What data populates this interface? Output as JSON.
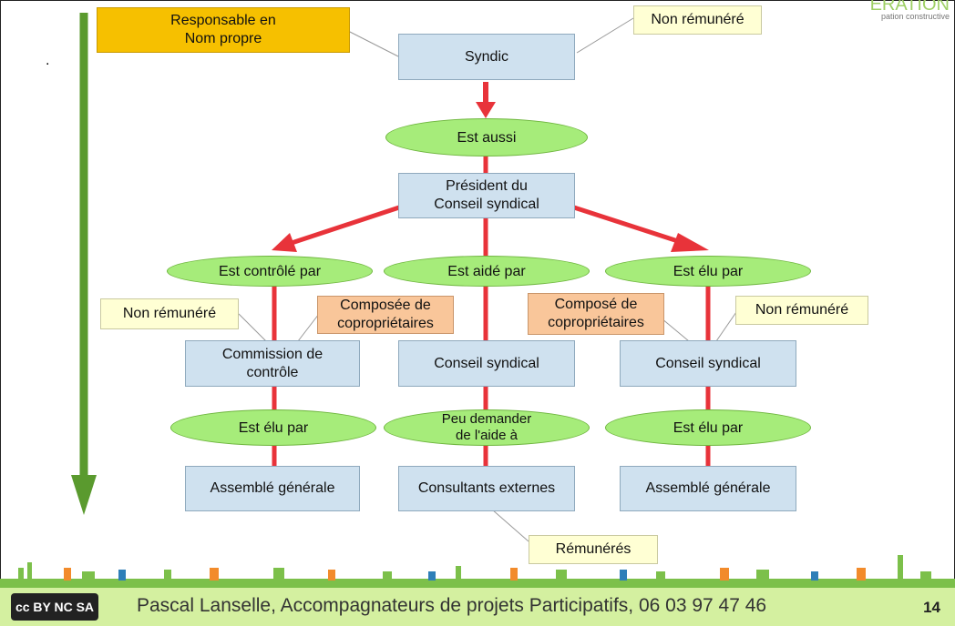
{
  "header": {
    "logo_text": "ERATION",
    "logo_sub": "pation constructive",
    "dot": "."
  },
  "nodes": {
    "syndic": "Syndic",
    "president": "Président du\nConseil syndical",
    "commission": "Commission de\ncontrôle",
    "conseil_mid": "Conseil syndical",
    "conseil_right": "Conseil syndical",
    "ag_left": "Assemblé générale",
    "consultants": "Consultants externes",
    "ag_right": "Assemblé générale"
  },
  "relations": {
    "est_aussi": "Est aussi",
    "controle_par": "Est contrôlé par",
    "aide_par": "Est aidé par",
    "elu_par_top": "Est élu par",
    "elu_par_left": "Est élu par",
    "peu_demander": "Peu demander\nde l'aide à",
    "elu_par_right": "Est élu par"
  },
  "notes": {
    "responsable": "Responsable en\nNom propre",
    "non_remunere_top": "Non rémunéré",
    "non_remunere_left": "Non rémunéré",
    "composee": "Composée de\ncopropriétaires",
    "compose": "Composé de\ncopropriétaires",
    "non_remunere_right": "Non rémunéré",
    "remuneres": "Rémunérés"
  },
  "footer": {
    "cc_badge": "cc BY NC SA",
    "text": "Pascal Lanselle, Accompagnateurs de projets Participatifs, 06 03 97 47 46",
    "page": "14"
  },
  "colors": {
    "box": "#cfe1ef",
    "oval": "#a6ec7a",
    "arrow_red": "#e8333a",
    "arrow_green": "#5a9a2e"
  }
}
